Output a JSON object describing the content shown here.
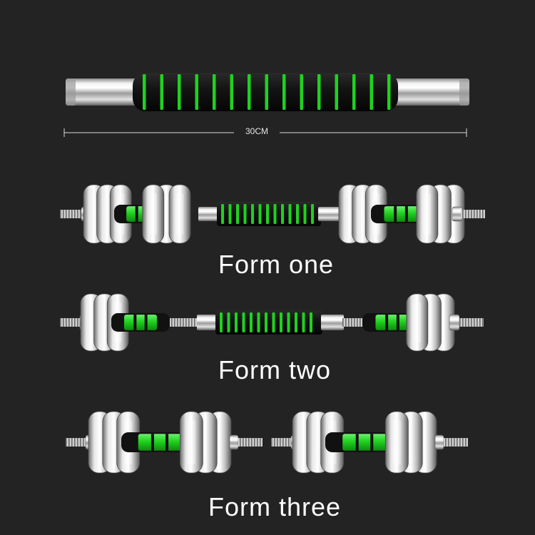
{
  "bar": {
    "length_label": "30CM"
  },
  "forms": [
    {
      "label": "Form one"
    },
    {
      "label": "Form two"
    },
    {
      "label": "Form three"
    }
  ],
  "colors": {
    "background": "#232323",
    "foam_black": "#141414",
    "accent_green": "#1fd21f",
    "chrome_light": "#f4f4f4",
    "chrome_dark": "#6a6a6a"
  }
}
